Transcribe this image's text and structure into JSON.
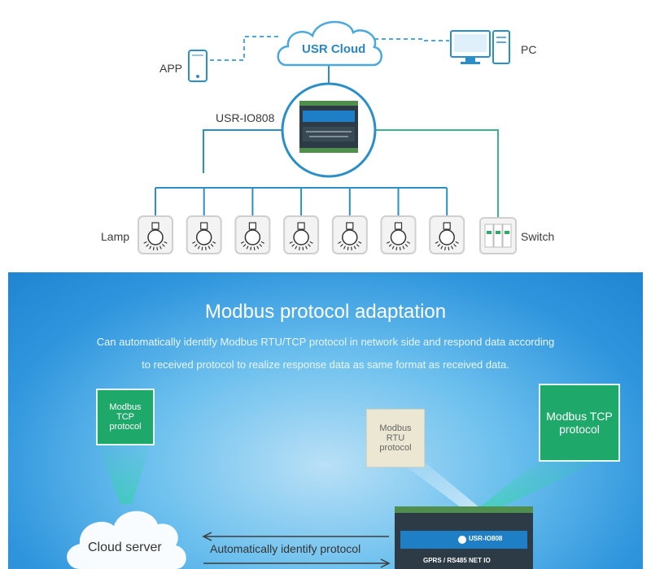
{
  "top": {
    "cloud_label": "USR Cloud",
    "app_label": "APP",
    "pc_label": "PC",
    "device_label": "USR-IO808",
    "lamp_label": "Lamp",
    "switch_label": "Switch",
    "lamp_count": 7,
    "colors": {
      "wire": "#2b8fc7",
      "switch_wire": "#3bb28a",
      "dash": "#4aa8dc"
    }
  },
  "bottom": {
    "title": "Modbus protocol adaptation",
    "subtitle_line1": "Can automatically identify Modbus RTU/TCP protocol in network side and respond data according",
    "subtitle_line2": "to received protocol to realize response data as same format as received data.",
    "box_left": "Modbus TCP protocol",
    "box_mid": "Modbus RTU protocol",
    "box_right": "Modbus TCP protocol",
    "cloud_server": "Cloud server",
    "arrow_label": "Automatically identify protocol",
    "device_name": "USR-IO808",
    "device_sub": "GPRS / RS485 NET IO",
    "colors": {
      "green": "#1ea86a",
      "beige": "#ece7d2",
      "bg": "#2f95dd"
    }
  }
}
